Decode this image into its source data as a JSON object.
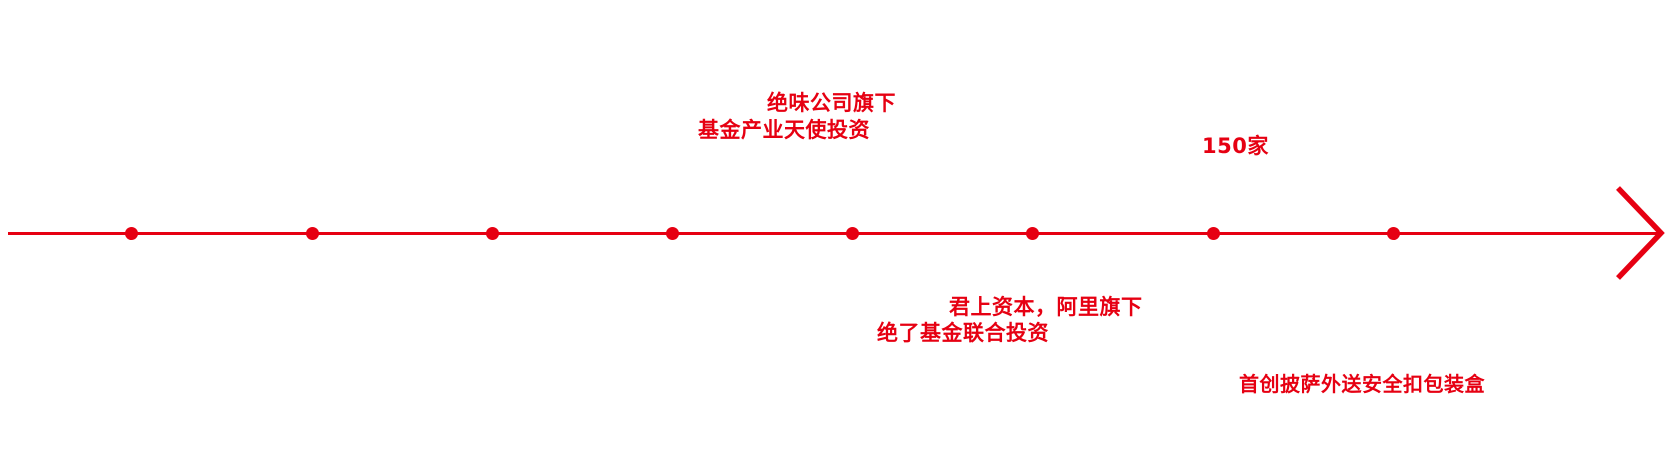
{
  "colors": {
    "accent": "#e60012",
    "background": "#ffffff"
  },
  "timeline": {
    "type": "horizontal-arrow-timeline",
    "dot_count": 8,
    "dot_x": [
      131,
      312,
      492,
      672,
      852,
      1032,
      1213,
      1393
    ]
  },
  "labels": {
    "angel_investment": {
      "position": "above-axis",
      "line1": "绝味公司旗下",
      "line2": "基金产业天使投资"
    },
    "stores_count": {
      "position": "above-axis",
      "text": "150家"
    },
    "joint_investment": {
      "position": "below-axis",
      "line1": "君上资本，阿里旗下",
      "line2": "绝了基金联合投资"
    },
    "pizza_box": {
      "position": "below-axis",
      "text": "首创披萨外送安全扣包装盒"
    }
  }
}
